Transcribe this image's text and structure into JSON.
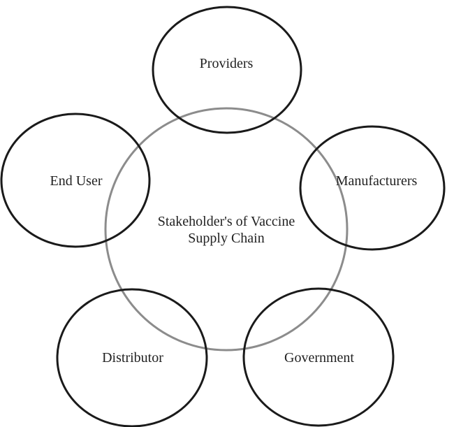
{
  "center": {
    "line1": "Stakeholder's of Vaccine",
    "line2": "Supply Chain"
  },
  "stakeholders": {
    "providers": "Providers",
    "manufacturers": "Manufacturers",
    "government": "Government",
    "distributor": "Distributor",
    "end_user": "End User"
  },
  "colors": {
    "outer_circle_stroke": "#1a1a1a",
    "center_circle_stroke": "#8c8c8c",
    "text": "#222222",
    "background": "#ffffff"
  }
}
